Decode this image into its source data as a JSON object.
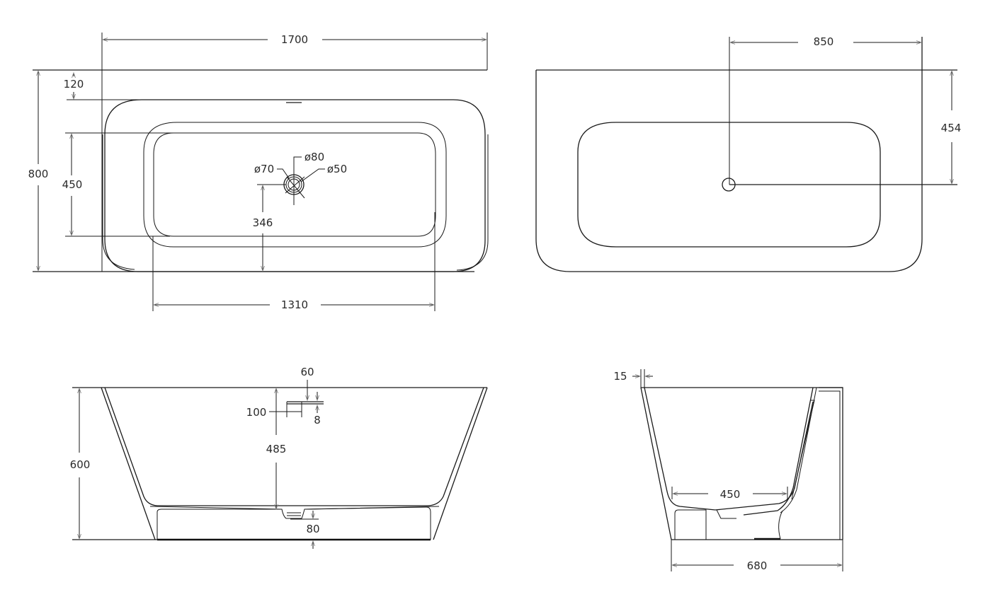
{
  "drawing": {
    "type": "technical-drawing",
    "subject": "freestanding back-to-wall bathtub",
    "stroke_color": "#1a1a1a",
    "background": "#ffffff"
  },
  "views": {
    "top_view": {
      "overall_length": "1700",
      "overall_width": "800",
      "rim_offset": "120",
      "inner_width": "450",
      "drain_offset": "346",
      "inner_length": "1310",
      "drain_outer_diameter": "ø80",
      "drain_mid_diameter": "ø70",
      "drain_inner_diameter": "ø50"
    },
    "bottom_view": {
      "drain_x_from_edge": "850",
      "drain_y_from_edge": "454"
    },
    "front_section": {
      "height": "600",
      "overflow_depth": "485",
      "overflow_width": "100",
      "overflow_offset": "60",
      "overflow_thickness": "8",
      "base_height": "80"
    },
    "side_section": {
      "wall_thickness": "15",
      "inner_floor_width": "450",
      "overall_depth": "680"
    }
  }
}
